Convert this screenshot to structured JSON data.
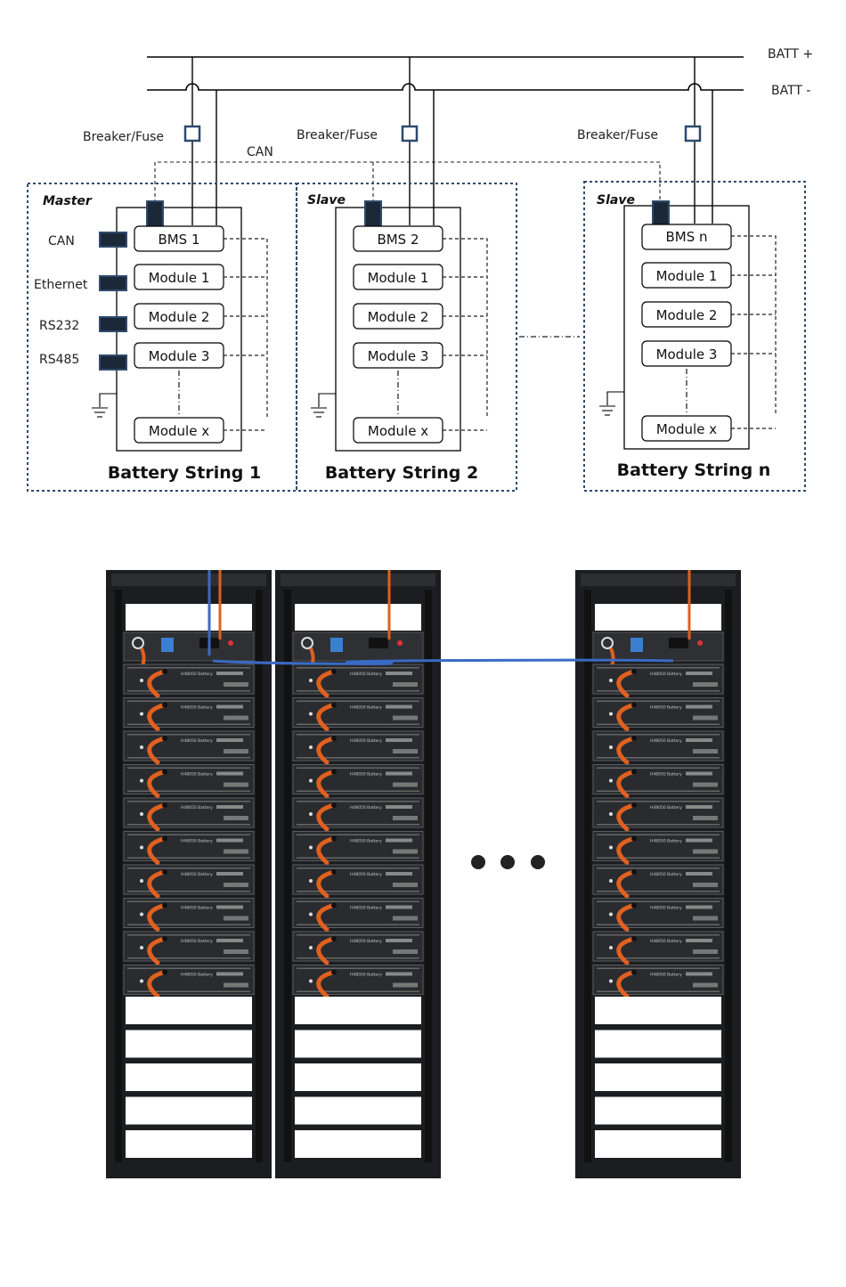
{
  "bus": {
    "positive_label": "BATT +",
    "negative_label": "BATT -"
  },
  "breaker_label": "Breaker/Fuse",
  "can_bus_label": "CAN",
  "strings": [
    {
      "role": "Master",
      "bms": "BMS 1",
      "modules": [
        "Module 1",
        "Module 2",
        "Module 3",
        "Module x"
      ],
      "title": "Battery String 1",
      "ports": [
        "CAN",
        "Ethernet",
        "RS232",
        "RS485"
      ]
    },
    {
      "role": "Slave",
      "bms": "BMS 2",
      "modules": [
        "Module 1",
        "Module 2",
        "Module 3",
        "Module x"
      ],
      "title": "Battery String 2"
    },
    {
      "role": "Slave",
      "bms": "BMS n",
      "modules": [
        "Module 1",
        "Module 2",
        "Module 3",
        "Module x"
      ],
      "title": "Battery String n"
    }
  ],
  "rack": {
    "module_label": "H48050 Battery",
    "module_count_per_rack": 10,
    "empty_slots_per_rack": 5,
    "colors": {
      "frame": "#1c1d20",
      "module": "#2a2b2e",
      "power_cable": "#e0601f",
      "can_cable": "#3a6bc4",
      "blank_panel": "#ffffff"
    }
  },
  "colors": {
    "breaker": "#2f4a6d",
    "string_border": "#2f4a6d",
    "port": "#1b2838"
  }
}
